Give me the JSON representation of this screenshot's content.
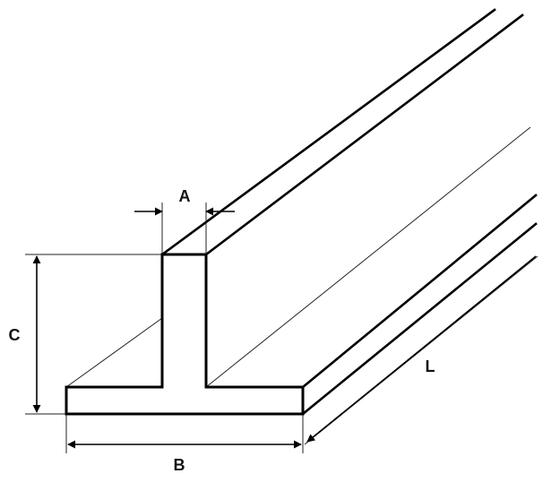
{
  "labels": {
    "a": "A",
    "b": "B",
    "c": "C",
    "l": "L"
  },
  "colors": {
    "background": "#ffffff",
    "stroke": "#000000",
    "thin_stroke": "#222222"
  }
}
